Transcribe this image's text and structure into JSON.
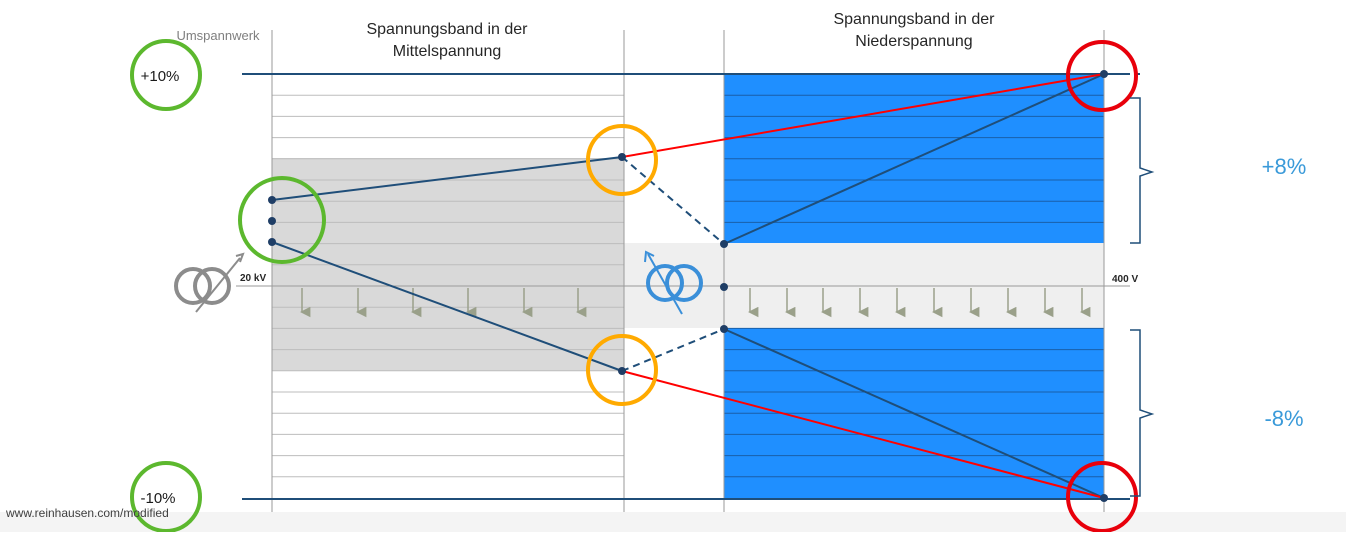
{
  "labels": {
    "substation": "Umspannwerk",
    "mv_band_title_line1": "Spannungsband in der",
    "mv_band_title_line2": "Mittelspannung",
    "lv_band_title_line1": "Spannungsband in der",
    "lv_band_title_line2": "Niederspannung",
    "upper_limit": "+10%",
    "lower_limit": "-10%",
    "mv_voltage": "20 kV",
    "lv_voltage": "400 V",
    "plus_band": "+8%",
    "minus_band": "-8%",
    "source_note": "www.reinhausen.com/modified"
  },
  "colors": {
    "lv_band_blue": "#1f8fff",
    "mv_band_gray": "#d9d9d9",
    "center_gray": "#efefef",
    "line_navy": "#1f4e79",
    "highlight_red": "#ff0000",
    "circle_green": "#5cb82e",
    "circle_orange": "#ffaa00",
    "circle_red": "#e8000b",
    "percent_label_blue": "#3a9ad9",
    "transformer_gray": "#8c8c8c",
    "transformer_blue": "#3a8fd9"
  }
}
